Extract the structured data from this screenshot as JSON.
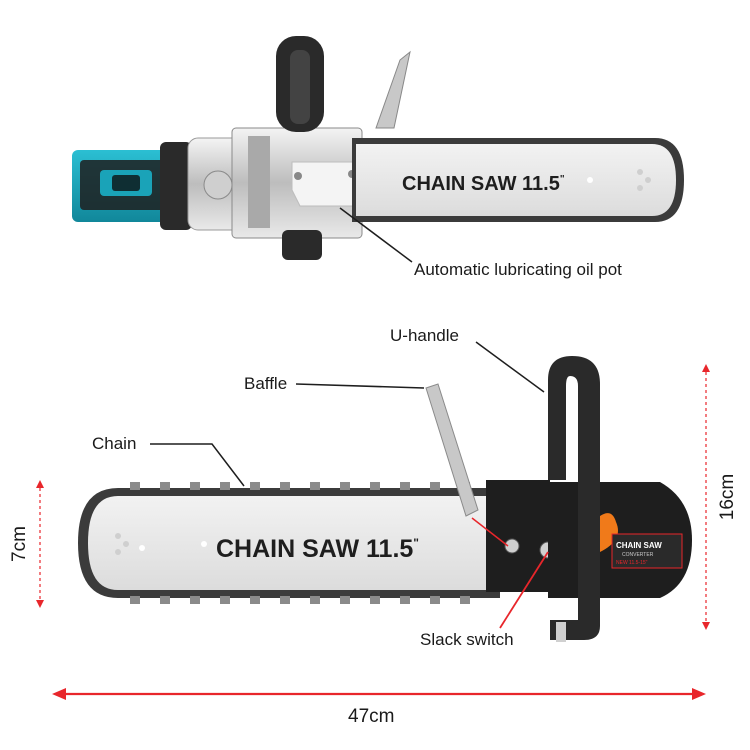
{
  "top_view": {
    "bar_text": "CHAIN SAW",
    "bar_size": "11.5",
    "bar_inch_mark": "\"",
    "callout_oil_pot": "Automatic lubricating oil pot"
  },
  "side_view": {
    "bar_text": "CHAIN SAW",
    "bar_size": "11.5",
    "bar_inch_mark": "\"",
    "callout_u_handle": "U-handle",
    "callout_baffle": "Baffle",
    "callout_chain": "Chain",
    "callout_slack_switch": "Slack switch",
    "cover_label_title": "CHAIN SAW",
    "cover_label_sub": "CONVERTER",
    "cover_label_size": "NEW  11.5-15\""
  },
  "dimensions": {
    "height_bar": "7cm",
    "height_total": "16cm",
    "length_total": "47cm"
  },
  "colors": {
    "accent_red": "#e8262b",
    "body_black": "#1e1e1e",
    "bar_grey": "#e6e6e6",
    "tool_teal": "#1aa3b8",
    "cover_orange": "#f07a1a"
  }
}
